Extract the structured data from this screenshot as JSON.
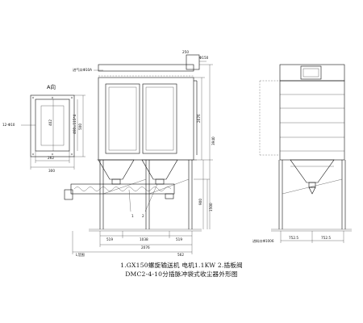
{
  "captions": {
    "line1": "1.GX150螺旋输送机  电机1.1KW  2.插板阀",
    "line2": "DMC2-4-10分插脉冲袋式收尘器外形图"
  },
  "section_view": {
    "title": "A向",
    "inner_w": "262",
    "outer_w": "300",
    "inner_h": "402",
    "bolt_h": "460=115*4",
    "outer_h": "500",
    "holes": "12-Φ10"
  },
  "front_view": {
    "top_dims": [
      "250",
      "Φ150"
    ],
    "air_inlet": "进气口Φ10A",
    "right_dims": [
      "2676",
      "3940",
      "900",
      "1500"
    ],
    "bottom_dims": [
      "519",
      "1038",
      "519",
      "2076",
      "562"
    ],
    "floor_label": "L范围",
    "callouts": [
      "1",
      "2"
    ]
  },
  "side_view": {
    "bottom_dims": [
      "752.5",
      "752.5"
    ],
    "floor_label": "进料口Φ1006"
  }
}
